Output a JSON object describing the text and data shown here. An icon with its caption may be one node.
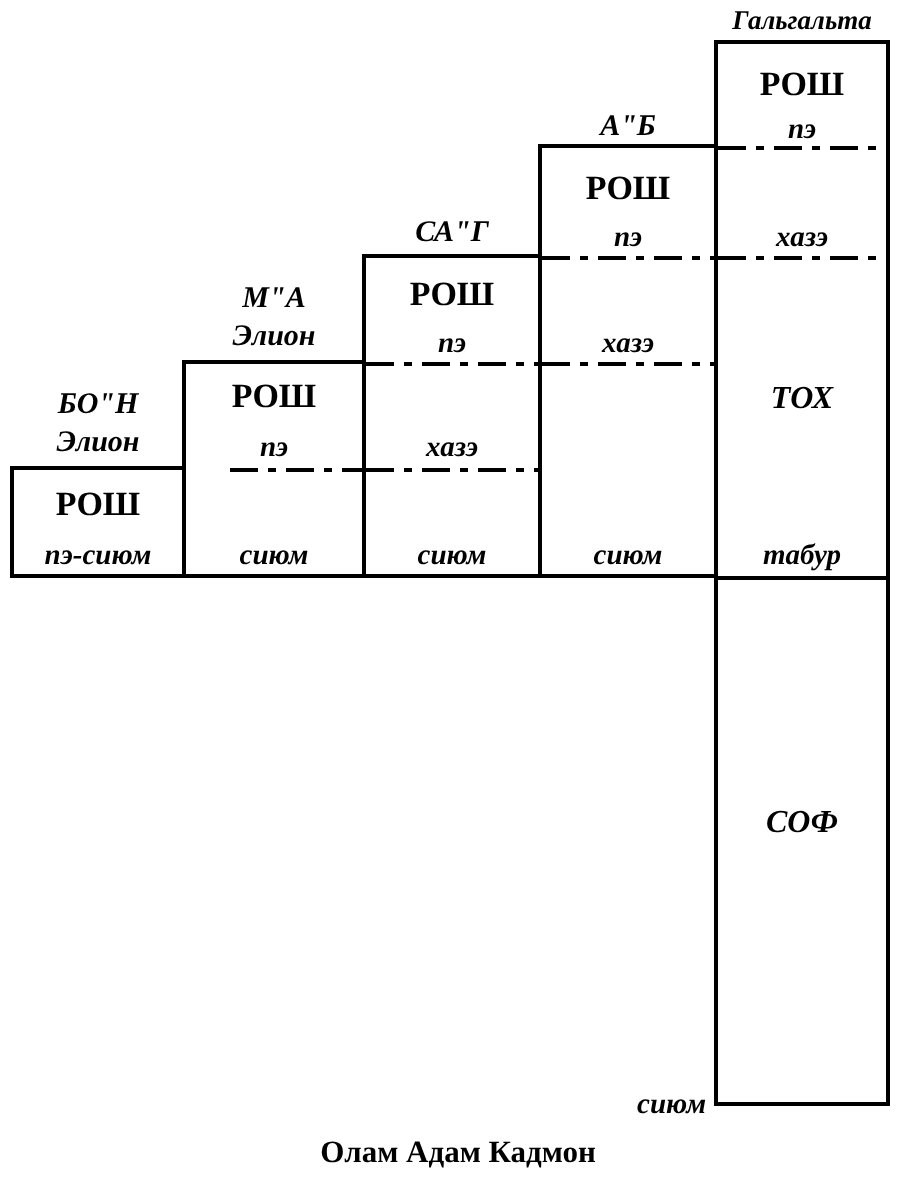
{
  "diagram": {
    "caption": "Олам Адам Кадмон",
    "nodes": [
      {
        "text": [
          "БО\"Н Элион",
          "РОШ",
          "пэ-сиюм"
        ]
      },
      {
        "text": [
          "М\"А Элион",
          "РОШ",
          "пэ",
          "сиюм"
        ]
      },
      {
        "text": [
          "СА\"Г",
          "РОШ",
          "пэ",
          "хазэ",
          "сиюм"
        ]
      },
      {
        "text": [
          "А\"Б",
          "РОШ",
          "пэ",
          "хазэ",
          "сиюм"
        ]
      },
      {
        "text": [
          "Гальгальта",
          "РОШ",
          "пэ",
          "хазэ",
          "ТОХ",
          "табур",
          "СОФ"
        ],
        "beside": [
          "сиюм"
        ]
      }
    ]
  }
}
